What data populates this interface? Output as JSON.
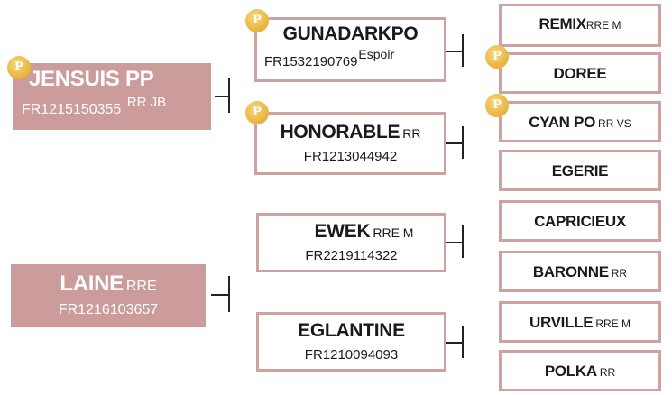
{
  "badge": {
    "symbol": "P",
    "icon": "pp-logo-icon",
    "color": "#e8b23c"
  },
  "colors": {
    "filled_box": "#cc9c9c",
    "outline": "#cfa2a2",
    "connector": "#222222"
  },
  "horse1": {
    "name": "JENSUIS PP",
    "reg": "FR1215150355",
    "suffix": "RR JB"
  },
  "horse2": {
    "name": "LAINE",
    "suffix": "RRE",
    "reg": "FR1216103657"
  },
  "sire1": {
    "name": "GUNADARKPO",
    "reg": "FR1532190769",
    "suffix": "Espoir"
  },
  "dam1": {
    "name": "HONORABLE",
    "suffix": "RR",
    "reg": "FR1213044942"
  },
  "sire2": {
    "name": "EWEK",
    "suffix": "RRE M",
    "reg": "FR2219114322"
  },
  "dam2": {
    "name": "EGLANTINE",
    "reg": "FR1210094093"
  },
  "gp": {
    "remix": {
      "name": "REMIX",
      "suffix": "RRE M"
    },
    "doree": {
      "name": "DOREE"
    },
    "cyanpo": {
      "name": "CYAN PO",
      "suffix": "RR VS"
    },
    "egerie": {
      "name": "EGERIE"
    },
    "capricieux": {
      "name": "CAPRICIEUX"
    },
    "baronne": {
      "name": "BARONNE",
      "suffix": "RR"
    },
    "urville": {
      "name": "URVILLE",
      "suffix": "RRE M"
    },
    "polka": {
      "name": "POLKA",
      "suffix": "RR"
    }
  }
}
